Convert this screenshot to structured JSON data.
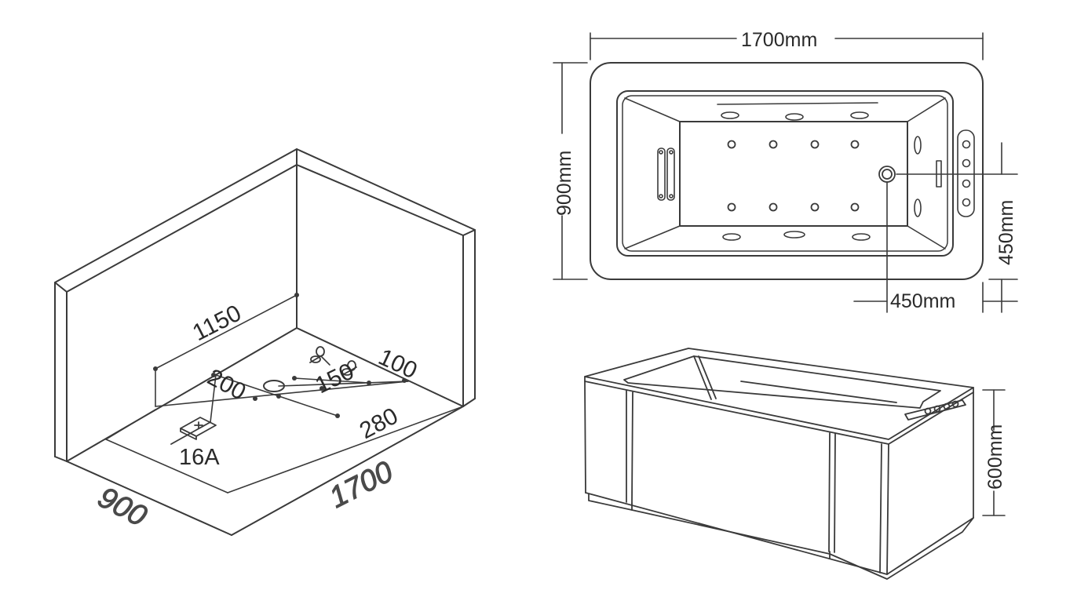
{
  "iso_view": {
    "dim_1150": "1150",
    "dim_200": "200",
    "dim_150": "150",
    "dim_100": "100",
    "dim_280": "280",
    "label_16a": "16A",
    "dim_900": "900",
    "dim_1700": "1700"
  },
  "top_view": {
    "length": "1700mm",
    "width": "900mm",
    "drain_from_side": "450mm",
    "drain_from_end": "450mm"
  },
  "front_view": {
    "height": "600mm"
  }
}
